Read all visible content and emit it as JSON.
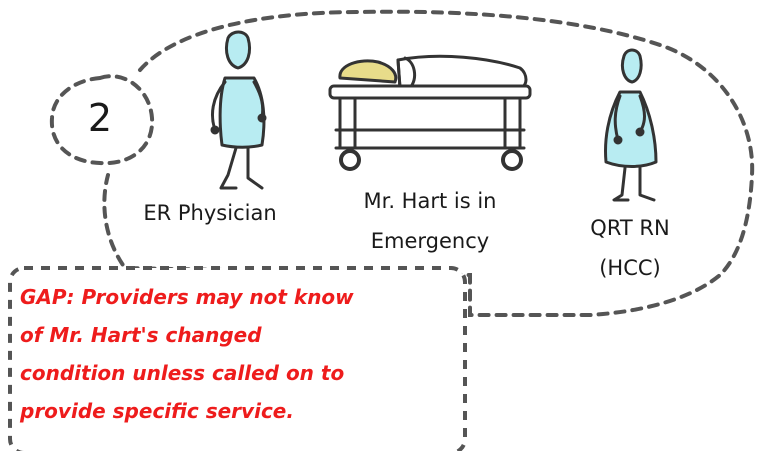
{
  "step_number": "2",
  "actors": {
    "physician_label": "ER Physician",
    "patient_label_line1": "Mr. Hart is in",
    "patient_label_line2": "Emergency",
    "nurse_label_line1": "QRT RN",
    "nurse_label_line2": "(HCC)"
  },
  "gap_note": {
    "line1": "GAP: Providers may not know",
    "line2": "of Mr. Hart's changed",
    "line3": "condition unless called on to",
    "line4": "provide specific service."
  },
  "colors": {
    "figure_fill": "#b8ecf2",
    "patient_head": "#e8dc8a",
    "note_text": "#ee1c1c",
    "outline": "#333333",
    "dash": "#555555"
  }
}
